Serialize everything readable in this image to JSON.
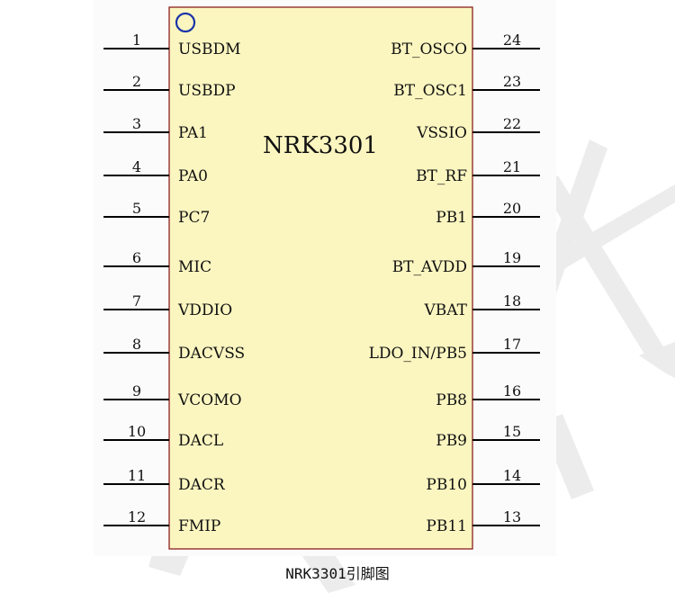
{
  "chip": {
    "name": "NRK3301",
    "colors": {
      "body": "#fbf6c0",
      "outline": "#8b1e1e",
      "pin_line": "#000000",
      "marker": "#1a33a8",
      "sheet": "#fbfbfb"
    }
  },
  "left_pins": [
    {
      "num": "1",
      "name": "USBDM"
    },
    {
      "num": "2",
      "name": "USBDP"
    },
    {
      "num": "3",
      "name": "PA1"
    },
    {
      "num": "4",
      "name": "PA0"
    },
    {
      "num": "5",
      "name": "PC7"
    },
    {
      "num": "6",
      "name": "MIC"
    },
    {
      "num": "7",
      "name": "VDDIO"
    },
    {
      "num": "8",
      "name": "DACVSS"
    },
    {
      "num": "9",
      "name": "VCOMO"
    },
    {
      "num": "10",
      "name": "DACL"
    },
    {
      "num": "11",
      "name": "DACR"
    },
    {
      "num": "12",
      "name": "FMIP"
    }
  ],
  "right_pins": [
    {
      "num": "24",
      "name": "BT_OSCO"
    },
    {
      "num": "23",
      "name": "BT_OSC1"
    },
    {
      "num": "22",
      "name": "VSSIO"
    },
    {
      "num": "21",
      "name": "BT_RF"
    },
    {
      "num": "20",
      "name": "PB1"
    },
    {
      "num": "19",
      "name": "BT_AVDD"
    },
    {
      "num": "18",
      "name": "VBAT"
    },
    {
      "num": "17",
      "name": "LDO_IN/PB5"
    },
    {
      "num": "16",
      "name": "PB8"
    },
    {
      "num": "15",
      "name": "PB9"
    },
    {
      "num": "14",
      "name": "PB10"
    },
    {
      "num": "13",
      "name": "PB11"
    }
  ],
  "caption": "NRK3301引脚图"
}
